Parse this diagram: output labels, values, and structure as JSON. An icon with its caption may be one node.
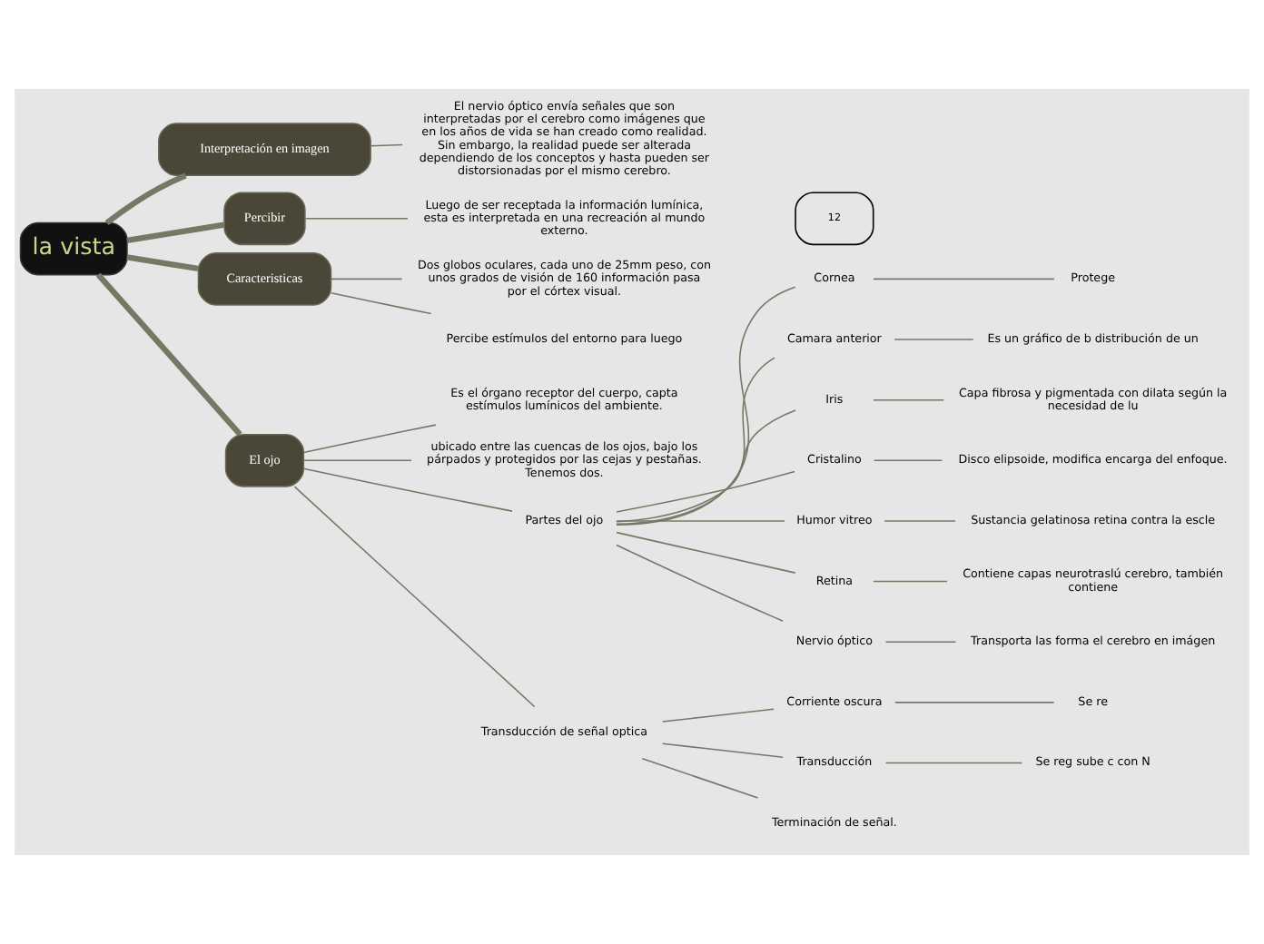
{
  "diagram": {
    "nodes": [
      {
        "text": [
          "la vista"
        ]
      },
      {
        "text": [
          "Interpretación en imagen"
        ]
      },
      {
        "text": [
          "El nervio óptico envía señales que son interpretadas por el cerebro como imágenes que en los años de vida se han creado como realidad. Sin embargo, la realidad puede ser alterada dependiendo de los conceptos y hasta pueden ser distorsionadas por el mismo cerebro."
        ]
      },
      {
        "text": [
          "Percibir"
        ]
      },
      {
        "text": [
          "Luego de ser receptada la información lumínica, esta es interpretada en una recreación al mundo externo."
        ]
      },
      {
        "text": [
          "Caracteristicas"
        ]
      },
      {
        "text": [
          "Dos globos oculares, cada uno de 25mm peso, con unos grados de visión de 160 información pasa por el córtex visual."
        ]
      },
      {
        "text": [
          "Percibe estímulos del entorno para luego"
        ]
      },
      {
        "text": [
          "El ojo"
        ]
      },
      {
        "text": [
          "Es el órgano receptor del cuerpo, capta estímulos lumínicos del ambiente."
        ]
      },
      {
        "text": [
          "ubicado entre las cuencas de los ojos, bajo los párpados y protegidos por las cejas y pestañas. Tenemos dos."
        ]
      },
      {
        "text": [
          "Partes del ojo"
        ]
      },
      {
        "text": [
          "Cornea"
        ]
      },
      {
        "text": [
          "Protege"
        ]
      },
      {
        "text": [
          "Camara anterior"
        ]
      },
      {
        "text": [
          "Es un gráfico de b distribución de un"
        ]
      },
      {
        "text": [
          "Iris"
        ]
      },
      {
        "text": [
          "Capa fibrosa y pigmentada con dilata según la necesidad de lu"
        ]
      },
      {
        "text": [
          "Cristalino"
        ]
      },
      {
        "text": [
          "Disco elipsoide, modifica encarga del enfoque."
        ]
      },
      {
        "text": [
          "Humor vitreo"
        ]
      },
      {
        "text": [
          "Sustancia gelatinosa retina contra la escle"
        ]
      },
      {
        "text": [
          "Retina"
        ]
      },
      {
        "text": [
          "Contiene capas neurotraslú cerebro, también contiene"
        ]
      },
      {
        "text": [
          "Nervio óptico"
        ]
      },
      {
        "text": [
          "Transporta las forma el cerebro en imágen"
        ]
      },
      {
        "text": [
          "Transducción de señal optica"
        ]
      },
      {
        "text": [
          "Corriente oscura"
        ]
      },
      {
        "text": [
          "Se re"
        ]
      },
      {
        "text": [
          "Transducción"
        ]
      },
      {
        "text": [
          "Se reg sube c con N"
        ]
      },
      {
        "text": [
          "Terminación de señal."
        ]
      }
    ],
    "edges": [
      {
        "from": 0,
        "to": 1,
        "arrow": "none",
        "style": "thick"
      },
      {
        "from": 1,
        "to": 2,
        "arrow": "none"
      },
      {
        "from": 0,
        "to": 3,
        "arrow": "none",
        "style": "thick"
      },
      {
        "from": 3,
        "to": 4,
        "arrow": "none"
      },
      {
        "from": 0,
        "to": 5,
        "arrow": "none",
        "style": "thick"
      },
      {
        "from": 5,
        "to": 6,
        "arrow": "none"
      },
      {
        "from": 5,
        "to": 7,
        "arrow": "none"
      },
      {
        "from": 0,
        "to": 8,
        "arrow": "none",
        "style": "thick"
      },
      {
        "from": 8,
        "to": 9,
        "arrow": "none"
      },
      {
        "from": 8,
        "to": 10,
        "arrow": "none"
      },
      {
        "from": 8,
        "to": 11,
        "arrow": "none"
      },
      {
        "from": 11,
        "to": 12,
        "arrow": "none"
      },
      {
        "from": 12,
        "to": 13,
        "arrow": "none"
      },
      {
        "from": 11,
        "to": 14,
        "arrow": "none"
      },
      {
        "from": 14,
        "to": 15,
        "arrow": "none"
      },
      {
        "from": 11,
        "to": 16,
        "arrow": "none"
      },
      {
        "from": 16,
        "to": 17,
        "arrow": "none"
      },
      {
        "from": 11,
        "to": 18,
        "arrow": "none"
      },
      {
        "from": 18,
        "to": 19,
        "arrow": "none"
      },
      {
        "from": 11,
        "to": 20,
        "arrow": "none"
      },
      {
        "from": 20,
        "to": 21,
        "arrow": "none"
      },
      {
        "from": 11,
        "to": 22,
        "arrow": "none"
      },
      {
        "from": 22,
        "to": 23,
        "arrow": "none"
      },
      {
        "from": 11,
        "to": 24,
        "arrow": "none"
      },
      {
        "from": 24,
        "to": 25,
        "arrow": "none"
      },
      {
        "from": 8,
        "to": 26,
        "arrow": "none"
      },
      {
        "from": 26,
        "to": 27,
        "arrow": "none"
      },
      {
        "from": 27,
        "to": 28,
        "arrow": "none"
      },
      {
        "from": 26,
        "to": 29,
        "arrow": "none"
      },
      {
        "from": 29,
        "to": 30,
        "arrow": "none"
      },
      {
        "from": 26,
        "to": 31,
        "arrow": "none"
      }
    ],
    "labels": [
      "12"
    ]
  }
}
